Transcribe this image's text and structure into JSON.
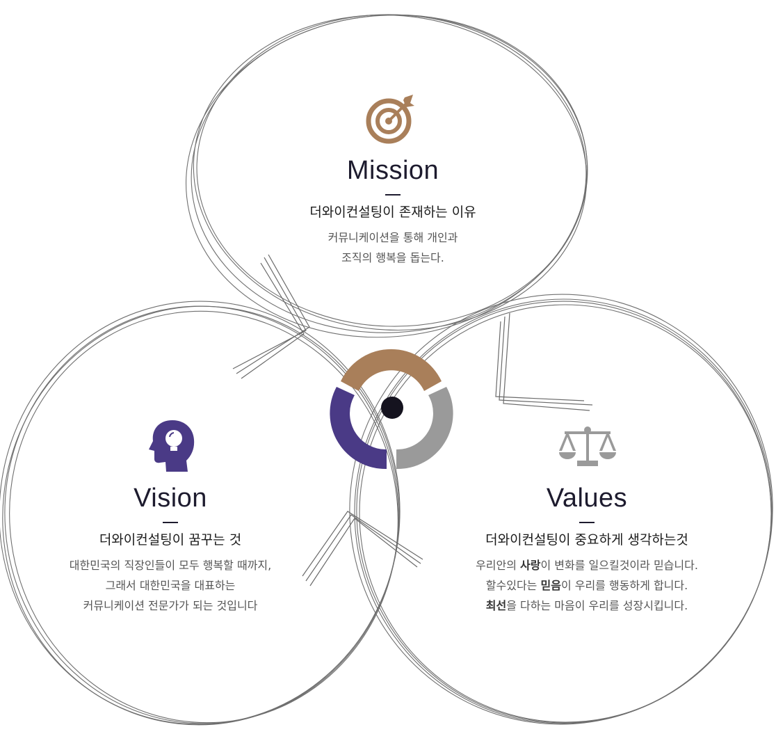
{
  "mission": {
    "title": "Mission",
    "subtitle": "더와이컨설팅이 존재하는 이유",
    "lines": [
      "커뮤니케이션을 통해 개인과",
      "조직의 행복을 돕는다."
    ],
    "icon": "target-arrow-icon",
    "color": "#a97f5a"
  },
  "vision": {
    "title": "Vision",
    "subtitle": "더와이컨설팅이 꿈꾸는 것",
    "lines": [
      "대한민국의 직장인들이 모두 행복할 때까지,",
      "그래서 대한민국을 대표하는",
      "커뮤니케이션 전문가가 되는 것입니다"
    ],
    "icon": "head-lightbulb-icon",
    "color": "#4a3a86"
  },
  "values": {
    "title": "Values",
    "subtitle": "더와이컨설팅이 중요하게 생각하는것",
    "line1": {
      "pre": "우리안의 ",
      "bold": "사랑",
      "post": "이 변화를 일으킬것이라 믿습니다."
    },
    "line2": {
      "pre": "할수있다는 ",
      "bold": "믿음",
      "post": "이 우리를 행동하게 합니다."
    },
    "line3": {
      "pre": "",
      "bold": "최선",
      "post": "을 다하는 마음이 우리를 성장시킵니다."
    },
    "icon": "balance-scale-icon",
    "color": "#9a9a9a"
  },
  "center": {
    "icon": "cycle-ring-icon",
    "dot_color": "#15131f"
  }
}
